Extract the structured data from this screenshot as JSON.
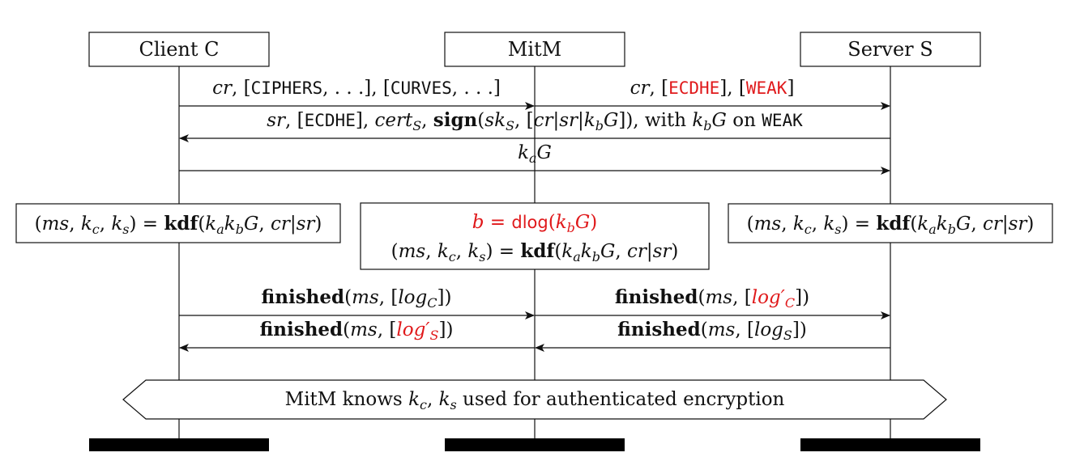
{
  "participants": {
    "client": "Client C",
    "mitm": "MitM",
    "server": "Server S"
  },
  "messages": {
    "m1_left": {
      "a": "cr",
      "b": ", [",
      "c": "CIPHERS",
      "d": ", . . .], [",
      "e": "CURVES",
      "f": ", . . .]"
    },
    "m1_right": {
      "a": "cr",
      "b": ", [",
      "c": "ECDHE",
      "d": "], [",
      "e": "WEAK",
      "f": "]"
    },
    "m2": {
      "a": "sr",
      "b": ", [",
      "c": "ECDHE",
      "d": "], ",
      "e": "cert",
      "f": "S",
      "g": ", ",
      "h": "sign",
      "i": "(",
      "j": "sk",
      "k": "S",
      "l": ", [",
      "m": "cr",
      "n": "|",
      "o": "sr",
      "p": "|",
      "q": "k",
      "r": "b",
      "s": "G",
      "t": "]), with ",
      "u": "k",
      "v": "b",
      "w": "G",
      "x": " on ",
      "y": "WEAK"
    },
    "m3": {
      "a": "k",
      "b": "a",
      "c": "G"
    },
    "fin_client": {
      "a": "finished",
      "b": "(",
      "c": "ms",
      "d": ", [",
      "e": "log",
      "f": "C",
      "g": "])"
    },
    "fin_mitm_to_server": {
      "a": "finished",
      "b": "(",
      "c": "ms",
      "d": ", [",
      "e": "log′",
      "f": "C",
      "g": "])"
    },
    "fin_mitm_to_client": {
      "a": "finished",
      "b": "(",
      "c": "ms",
      "d": ", [",
      "e": "log′",
      "f": "S",
      "g": "])"
    },
    "fin_server": {
      "a": "finished",
      "b": "(",
      "c": "ms",
      "d": ", [",
      "e": "log",
      "f": "S",
      "g": "])"
    }
  },
  "boxes": {
    "kdf": {
      "a": "(",
      "b": "ms",
      "c": ", ",
      "d": "k",
      "e": "c",
      "f": ", ",
      "g": "k",
      "h": "s",
      "i": ") = ",
      "j": "kdf",
      "k": "(",
      "l": "k",
      "m": "a",
      "n": "k",
      "o": "b",
      "p": "G",
      "q": ", ",
      "r": "cr",
      "s": "|",
      "t": "sr",
      "u": ")"
    },
    "dlog": {
      "a": "b",
      "b": " = ",
      "c": "dlog",
      "d": "(",
      "e": "k",
      "f": "b",
      "g": "G",
      "h": ")"
    }
  },
  "banner": {
    "a": "MitM knows ",
    "b": "k",
    "c": "c",
    "d": ", ",
    "e": "k",
    "f": "s",
    "g": " used for authenticated encryption"
  },
  "colors": {
    "highlight": "#e0191b",
    "ink": "#111111"
  }
}
